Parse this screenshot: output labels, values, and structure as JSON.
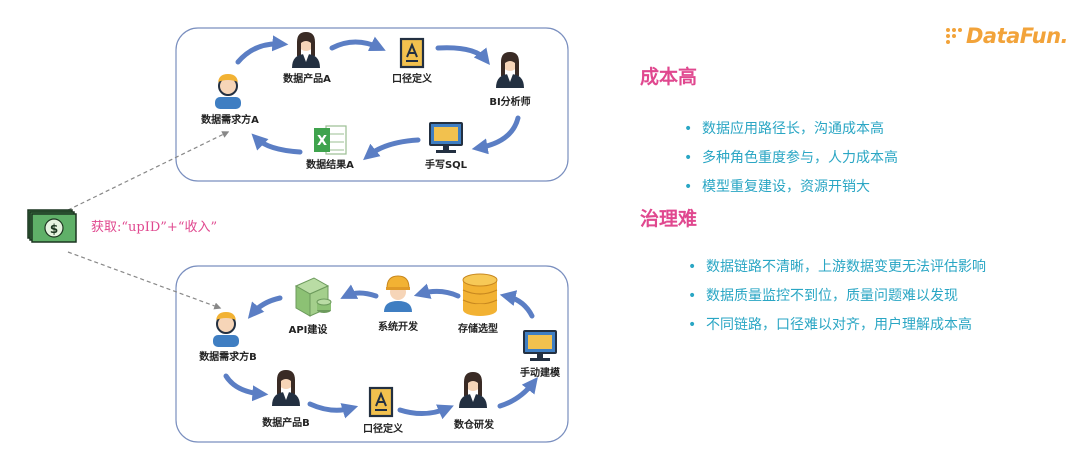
{
  "brand": {
    "logo_text": "DataFun."
  },
  "diagram": {
    "flow_a": {
      "demand": "数据需求方A",
      "product": "数据产品A",
      "definition": "口径定义",
      "analyst": "BI分析师",
      "sql": "手写SQL",
      "result": "数据结果A"
    },
    "money_label": "获取:“upID”+“收入”",
    "flow_b": {
      "demand": "数据需求方B",
      "api": "API建设",
      "system": "系统开发",
      "storage": "存储选型",
      "modeling": "手动建模",
      "product": "数据产品B",
      "definition": "口径定义",
      "warehouse": "数仓研发"
    }
  },
  "sections": [
    {
      "title": "成本高",
      "bullets": [
        "数据应用路径长，沟通成本高",
        "多种角色重度参与，人力成本高",
        "模型重复建设，资源开销大"
      ]
    },
    {
      "title": "治理难",
      "bullets": [
        "数据链路不清晰，上游数据变更无法评估影响",
        "数据质量监控不到位，质量问题难以发现",
        "不同链路，口径难以对齐，用户理解成本高"
      ]
    }
  ],
  "colors": {
    "accent": "#e0488f",
    "bullet": "#2aa6c4",
    "arrow": "#5b7ec4",
    "logo": "#f2a33a"
  }
}
